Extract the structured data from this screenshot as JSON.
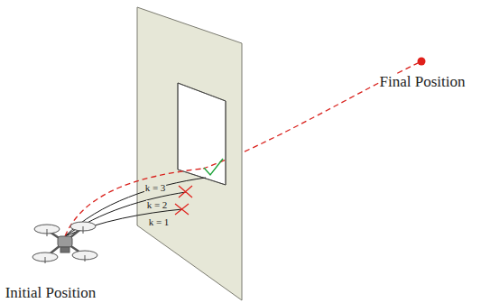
{
  "diagram": {
    "labels": [
      "Final Position",
      "k = 3",
      "k = 2",
      "k = 1",
      "Initial Position"
    ]
  }
}
